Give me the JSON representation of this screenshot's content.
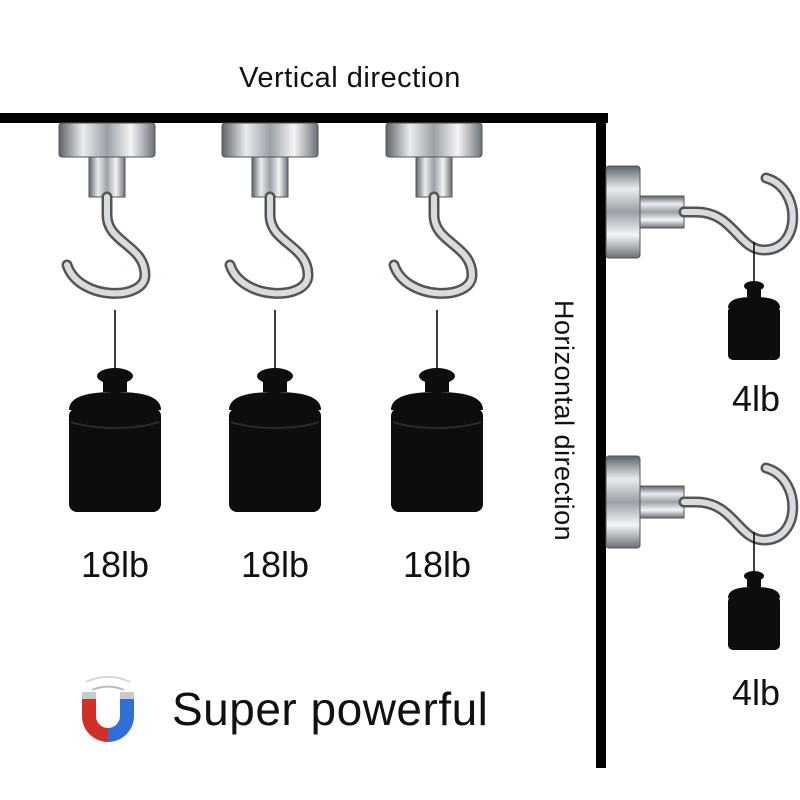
{
  "labels": {
    "vertical_direction": "Vertical direction",
    "horizontal_direction": "Horizontal direction",
    "slogan": "Super powerful"
  },
  "vertical_loads": [
    {
      "label": "18lb"
    },
    {
      "label": "18lb"
    },
    {
      "label": "18lb"
    }
  ],
  "horizontal_loads": [
    {
      "label": "4lb"
    },
    {
      "label": "4lb"
    }
  ],
  "colors": {
    "frame": "#000000",
    "weight": "#0d0d0d",
    "magnet_red": "#d0302a",
    "magnet_blue": "#2f6fd6",
    "metal": "#9aa0a6"
  },
  "icons": {
    "logo": "horseshoe-magnet-icon",
    "hook": "magnetic-hook-icon",
    "weight": "weight-icon"
  }
}
